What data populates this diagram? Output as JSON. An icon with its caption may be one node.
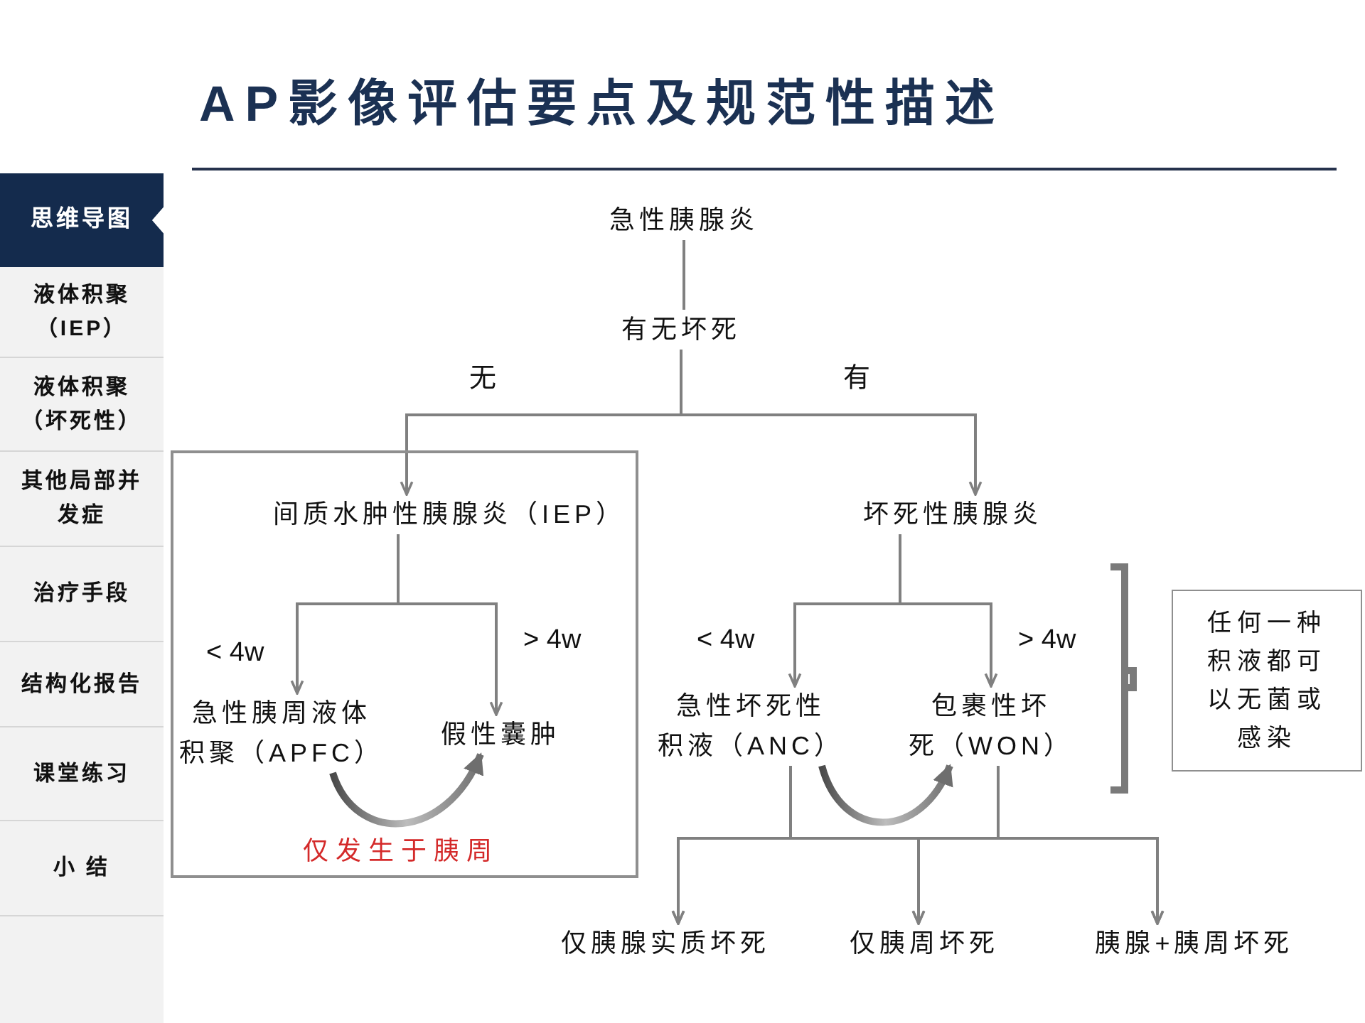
{
  "diagram": {
    "title": "AP影像评估要点及规范性描述",
    "nodes": [
      {
        "text": [
          "急性胰腺炎"
        ]
      },
      {
        "text": [
          "有无坏死"
        ]
      },
      {
        "text": [],
        "shape": "box"
      },
      {
        "text": [
          "间质水肿性胰腺炎（IEP）"
        ],
        "in": 2
      },
      {
        "text": [
          "急性胰周液体积聚（APFC）"
        ],
        "in": 2
      },
      {
        "text": [
          "假性囊肿"
        ],
        "in": 2
      },
      {
        "text": [
          "坏死性胰腺炎"
        ]
      },
      {
        "text": [
          "急性坏死性积液（ANC）"
        ]
      },
      {
        "text": [
          "包裹性坏死（WON）"
        ]
      },
      {
        "text": [
          "仅胰腺实质坏死"
        ]
      },
      {
        "text": [
          "仅胰周坏死"
        ]
      },
      {
        "text": [
          "胰腺+胰周坏死"
        ]
      },
      {
        "text": [
          "任何一种积液都可以无菌或感染"
        ]
      }
    ],
    "edges": [
      {
        "from": 0,
        "to": 1,
        "arrow": "none"
      },
      {
        "from": 1,
        "to": 3,
        "arrow": "to",
        "label": "无"
      },
      {
        "from": 1,
        "to": 6,
        "arrow": "to",
        "label": "有"
      },
      {
        "from": 3,
        "to": 4,
        "arrow": "to",
        "label": "< 4w"
      },
      {
        "from": 3,
        "to": 5,
        "arrow": "to",
        "label": "> 4w"
      },
      {
        "from": 4,
        "to": 5,
        "arrow": "to",
        "style": "thick"
      },
      {
        "from": 6,
        "to": 7,
        "arrow": "to",
        "label": "< 4w"
      },
      {
        "from": 6,
        "to": 8,
        "arrow": "to",
        "label": "> 4w"
      },
      {
        "from": 7,
        "to": 8,
        "arrow": "to",
        "style": "thick"
      },
      {
        "from": 7,
        "to": 9,
        "arrow": "to"
      },
      {
        "from": 7,
        "to": 10,
        "arrow": "to"
      },
      {
        "from": 7,
        "to": 11,
        "arrow": "to"
      },
      {
        "from": 8,
        "to": 9,
        "arrow": "to"
      },
      {
        "from": 8,
        "to": 10,
        "arrow": "to"
      },
      {
        "from": 8,
        "to": 11,
        "arrow": "to"
      }
    ],
    "labels": [
      "思维导图",
      "液体积聚（IEP）",
      "液体积聚（坏死性）",
      "其他局部并发症",
      "治疗手段",
      "结构化报告",
      "课堂练习",
      "小 结",
      "仅发生于胰周"
    ]
  }
}
